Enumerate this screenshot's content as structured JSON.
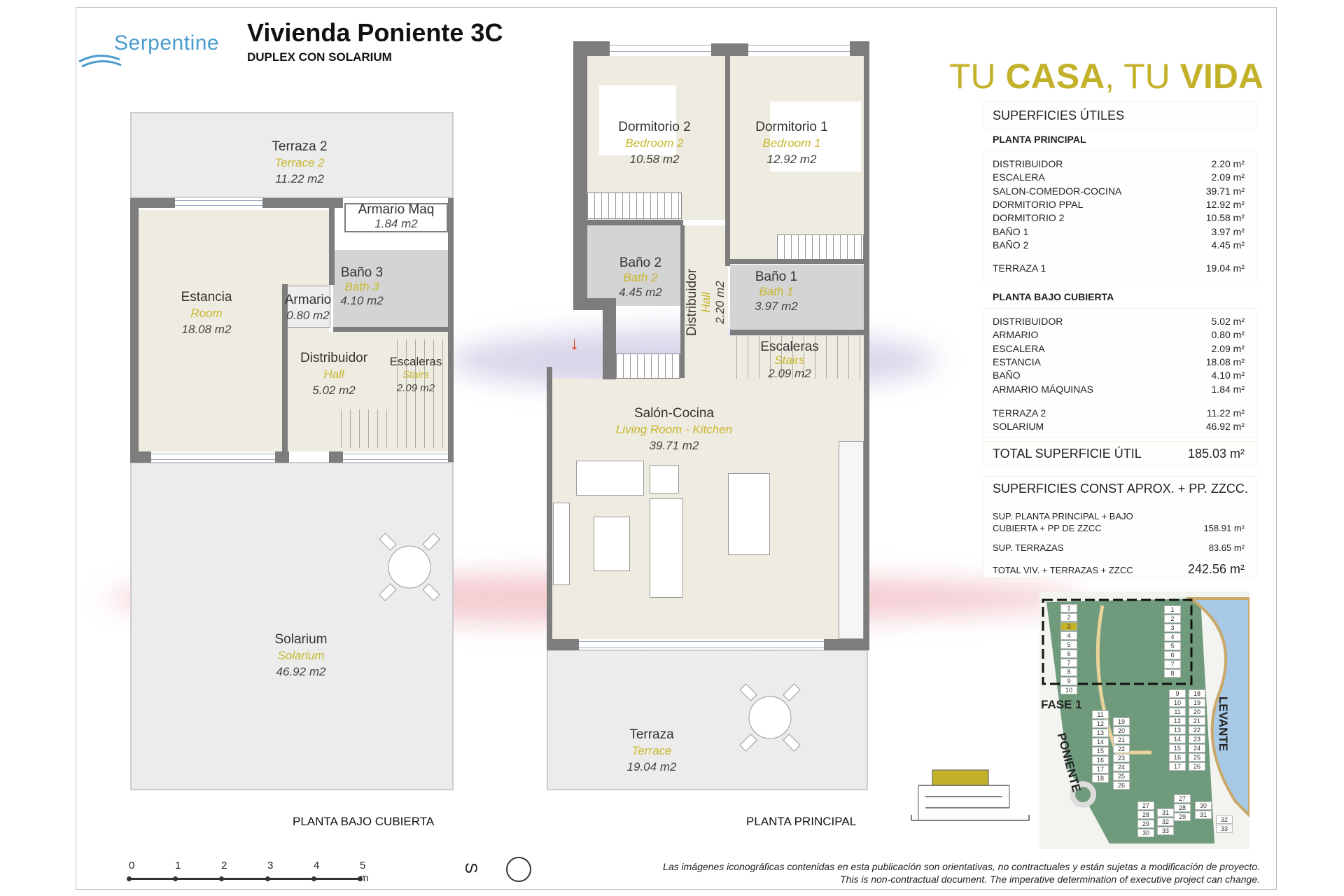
{
  "header": {
    "brand": "Serpentine",
    "title": "Vivienda Poniente 3C",
    "subtitle": "DUPLEX CON SOLARIUM",
    "slogan_a": "TU ",
    "slogan_b": "CASA",
    "slogan_c": ", TU ",
    "slogan_d": "VIDA"
  },
  "colors": {
    "accent": "#c3b12a",
    "wall": "#7d7d7d",
    "floor": "#eeebe0",
    "bath": "#d4d4d4",
    "terrace": "#ececec"
  },
  "plan_upper": {
    "title": "PLANTA BAJO CUBIERTA",
    "rooms": [
      {
        "name": "Terraza 2",
        "en": "Terrace 2",
        "area": "11.22 m2"
      },
      {
        "name": "Armario Maq",
        "area": "1.84 m2"
      },
      {
        "name": "Estancia",
        "en": "Room",
        "area": "18.08 m2"
      },
      {
        "name": "Baño 3",
        "en": "Bath 3",
        "area": "4.10 m2"
      },
      {
        "name": "Armario",
        "area": "0.80 m2"
      },
      {
        "name": "Distribuidor",
        "en": "Hall",
        "area": "5.02 m2"
      },
      {
        "name": "Escaleras",
        "en": "Stairs",
        "area": "2.09 m2"
      },
      {
        "name": "Solarium",
        "en": "Solarium",
        "area": "46.92 m2"
      }
    ]
  },
  "plan_main": {
    "title": "PLANTA PRINCIPAL",
    "rooms": [
      {
        "name": "Dormitorio 2",
        "en": "Bedroom 2",
        "area": "10.58 m2"
      },
      {
        "name": "Dormitorio 1",
        "en": "Bedroom 1",
        "area": "12.92 m2"
      },
      {
        "name": "Baño 2",
        "en": "Bath 2",
        "area": "4.45 m2"
      },
      {
        "name": "Distribuidor",
        "en": "Hall",
        "area": "2.20 m2"
      },
      {
        "name": "Baño 1",
        "en": "Bath 1",
        "area": "3.97 m2"
      },
      {
        "name": "Escaleras",
        "en": "Stairs",
        "area": "2.09 m2"
      },
      {
        "name": "Salón-Cocina",
        "en": "Living Room - Kitchen",
        "area": "39.71 m2"
      },
      {
        "name": "Terraza",
        "en": "Terrace",
        "area": "19.04 m2"
      }
    ]
  },
  "areas": {
    "heading": "SUPERFICIES ÚTILES",
    "principal_title": "PLANTA PRINCIPAL",
    "principal": [
      {
        "k": "DISTRIBUIDOR",
        "v": "2.20 m²"
      },
      {
        "k": "ESCALERA",
        "v": "2.09 m²"
      },
      {
        "k": "SALON-COMEDOR-COCINA",
        "v": "39.71 m²"
      },
      {
        "k": "DORMITORIO PPAL",
        "v": "12.92 m²"
      },
      {
        "k": "DORMITORIO 2",
        "v": "10.58 m²"
      },
      {
        "k": "BAÑO 1",
        "v": "3.97 m²"
      },
      {
        "k": "BAÑO 2",
        "v": "4.45 m²"
      }
    ],
    "terraza1": {
      "k": "TERRAZA 1",
      "v": "19.04 m²"
    },
    "bajo_title": "PLANTA BAJO CUBIERTA",
    "bajo": [
      {
        "k": "DISTRIBUIDOR",
        "v": "5.02 m²"
      },
      {
        "k": "ARMARIO",
        "v": "0.80 m²"
      },
      {
        "k": "ESCALERA",
        "v": "2.09 m²"
      },
      {
        "k": "ESTANCIA",
        "v": "18.08 m²"
      },
      {
        "k": "BAÑO",
        "v": "4.10 m²"
      },
      {
        "k": "ARMARIO MÁQUINAS",
        "v": "1.84 m²"
      }
    ],
    "terrazas": [
      {
        "k": "TERRAZA 2",
        "v": "11.22 m²"
      },
      {
        "k": "SOLARIUM",
        "v": "46.92 m²"
      }
    ],
    "total": {
      "k": "TOTAL SUPERFICIE ÚTIL",
      "v": "185.03 m²"
    },
    "const_heading": "SUPERFICIES CONST APROX. + PP. ZZCC.",
    "const": [
      {
        "k": "SUP. PLANTA PRINCIPAL + BAJO",
        "k2": "CUBIERTA + PP DE ZZCC",
        "v": "158.91 m²"
      },
      {
        "k": "SUP. TERRAZAS",
        "v": "83.65 m²"
      }
    ],
    "const_total": {
      "k": "TOTAL VIV. + TERRAZAS + ZZCC",
      "v": "242.56 m²"
    }
  },
  "map": {
    "fase": "FASE 1",
    "poniente": "PONIENTE",
    "levante": "LEVANTE",
    "highlight_unit": "3",
    "poniente_units": [
      "1",
      "2",
      "3",
      "4",
      "5",
      "6",
      "7",
      "8",
      "9",
      "10",
      "11",
      "12",
      "13",
      "14",
      "15",
      "16",
      "17",
      "18",
      "19",
      "20",
      "21",
      "22",
      "23",
      "24",
      "25",
      "26",
      "27",
      "28",
      "29",
      "30",
      "31",
      "32",
      "33"
    ],
    "levante_units": [
      "1",
      "2",
      "3",
      "4",
      "5",
      "6",
      "7",
      "8",
      "9",
      "10",
      "11",
      "12",
      "13",
      "14",
      "15",
      "16",
      "17",
      "18",
      "19",
      "20",
      "21",
      "22",
      "23",
      "24",
      "25",
      "26",
      "27",
      "28",
      "29",
      "30",
      "31",
      "32",
      "33"
    ]
  },
  "scale": {
    "ticks": [
      "0",
      "1",
      "2",
      "3",
      "4",
      "5 m"
    ]
  },
  "compass": {
    "label": "S"
  },
  "disclaimer": {
    "es": "Las imágenes iconográficas contenidas en esta publicación son orientativas, no contractuales y están sujetas a modificación de proyecto.",
    "en": "This is non-contractual document. The imperative determination of executive project can change."
  }
}
